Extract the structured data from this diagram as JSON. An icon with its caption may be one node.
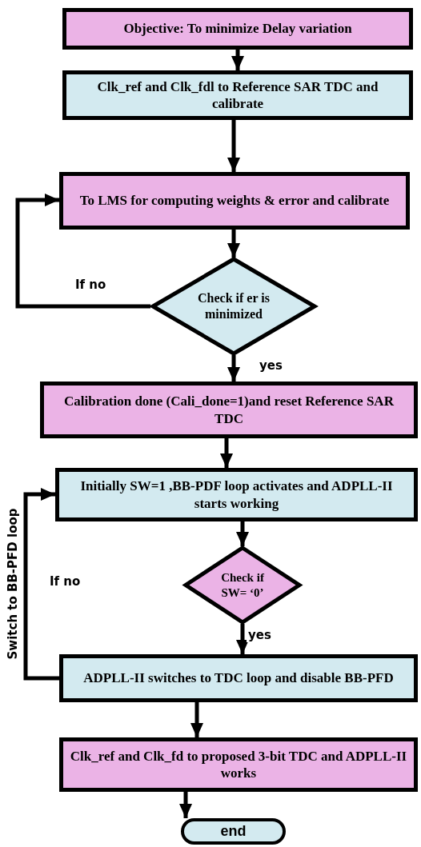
{
  "diagram": {
    "nodes": [
      {
        "text": [
          "Objective: To minimize Delay variation"
        ]
      },
      {
        "text": [
          "Clk_ref and Clk_fdl to Reference SAR TDC and calibrate"
        ]
      },
      {
        "text": [
          "To LMS for computing weights & error and calibrate"
        ]
      },
      {
        "text": [
          "Check if er is minimized"
        ]
      },
      {
        "text": [
          "Calibration done (Cali_done=1)and reset Reference SAR TDC"
        ]
      },
      {
        "text": [
          "Initially SW=1 ,BB-PDF loop activates and ADPLL-II starts working"
        ]
      },
      {
        "text": [
          "Check if SW= ‘0’"
        ]
      },
      {
        "text": [
          "ADPLL-II switches to TDC loop and disable BB-PFD"
        ]
      },
      {
        "text": [
          "Clk_ref and Clk_fd to proposed 3-bit TDC and ADPLL-II works"
        ]
      },
      {
        "text": [
          "end"
        ]
      }
    ],
    "edges": [
      {
        "from": 0,
        "to": 1,
        "arrow": "to"
      },
      {
        "from": 1,
        "to": 2,
        "arrow": "to"
      },
      {
        "from": 2,
        "to": 3,
        "arrow": "to"
      },
      {
        "from": 3,
        "to": 4,
        "arrow": "to",
        "label": "yes"
      },
      {
        "from": 3,
        "to": 2,
        "arrow": "to",
        "label": "If no"
      },
      {
        "from": 4,
        "to": 5,
        "arrow": "to"
      },
      {
        "from": 5,
        "to": 6,
        "arrow": "to"
      },
      {
        "from": 6,
        "to": 7,
        "arrow": "to",
        "label": "yes"
      },
      {
        "from": 7,
        "to": 5,
        "arrow": "to",
        "label": "Switch to BB-PFD loop"
      },
      {
        "from": 7,
        "to": 8,
        "arrow": "to"
      },
      {
        "from": 8,
        "to": 9,
        "arrow": "to"
      }
    ],
    "labels": [
      "If no"
    ]
  }
}
